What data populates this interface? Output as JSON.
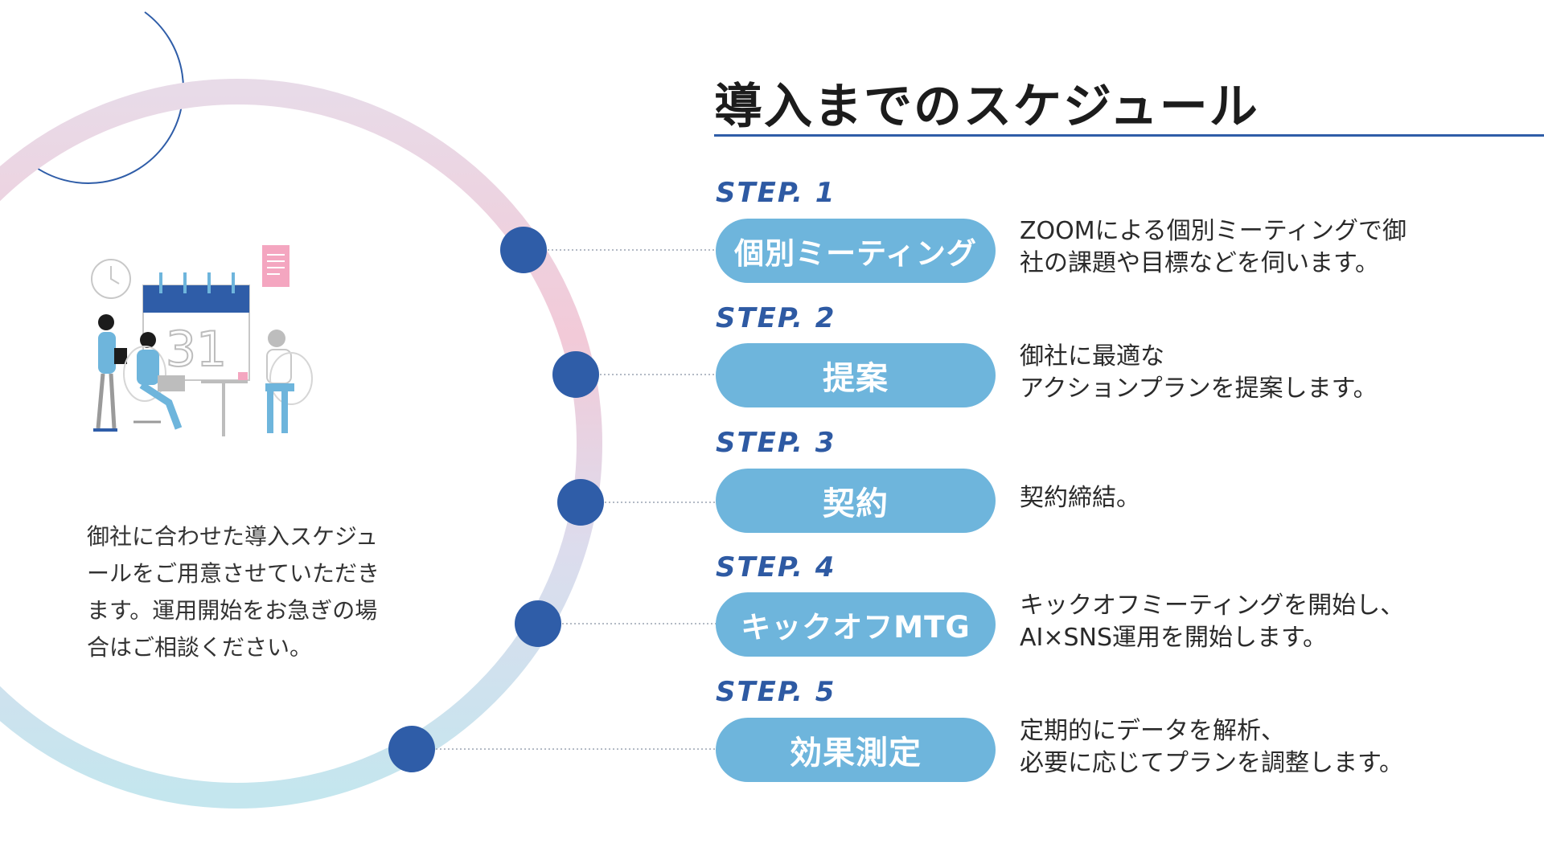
{
  "title": "導入までのスケジュール",
  "intro_lines": [
    "御社に合わせた導入スケジュ",
    "ールをご用意させていただき",
    "ます。運用開始をお急ぎの場",
    "合はご相談ください。"
  ],
  "illustration": {
    "calendar_number": "31"
  },
  "steps": [
    {
      "label": "STEP. 1",
      "name": "個別ミーティング",
      "description_lines": [
        "ZOOMによる個別ミーティングで御",
        "社の課題や目標などを伺います。"
      ]
    },
    {
      "label": "STEP. 2",
      "name": "提案",
      "description_lines": [
        "御社に最適な",
        "アクションプランを提案します。"
      ]
    },
    {
      "label": "STEP. 3",
      "name": "契約",
      "description_lines": [
        "契約締結。"
      ]
    },
    {
      "label": "STEP. 4",
      "name": "キックオフMTG",
      "description_lines": [
        "キックオフミーティングを開始し、",
        "AI×SNS運用を開始します。"
      ]
    },
    {
      "label": "STEP. 5",
      "name": "効果測定",
      "description_lines": [
        "定期的にデータを解析、",
        "必要に応じてプランを調整します。"
      ]
    }
  ],
  "colors": {
    "accent_dark_blue": "#2f5da8",
    "pill_blue": "#6eb5dc",
    "ring_pink": "#f0c8d6",
    "ring_light_blue": "#bfe3ee"
  }
}
